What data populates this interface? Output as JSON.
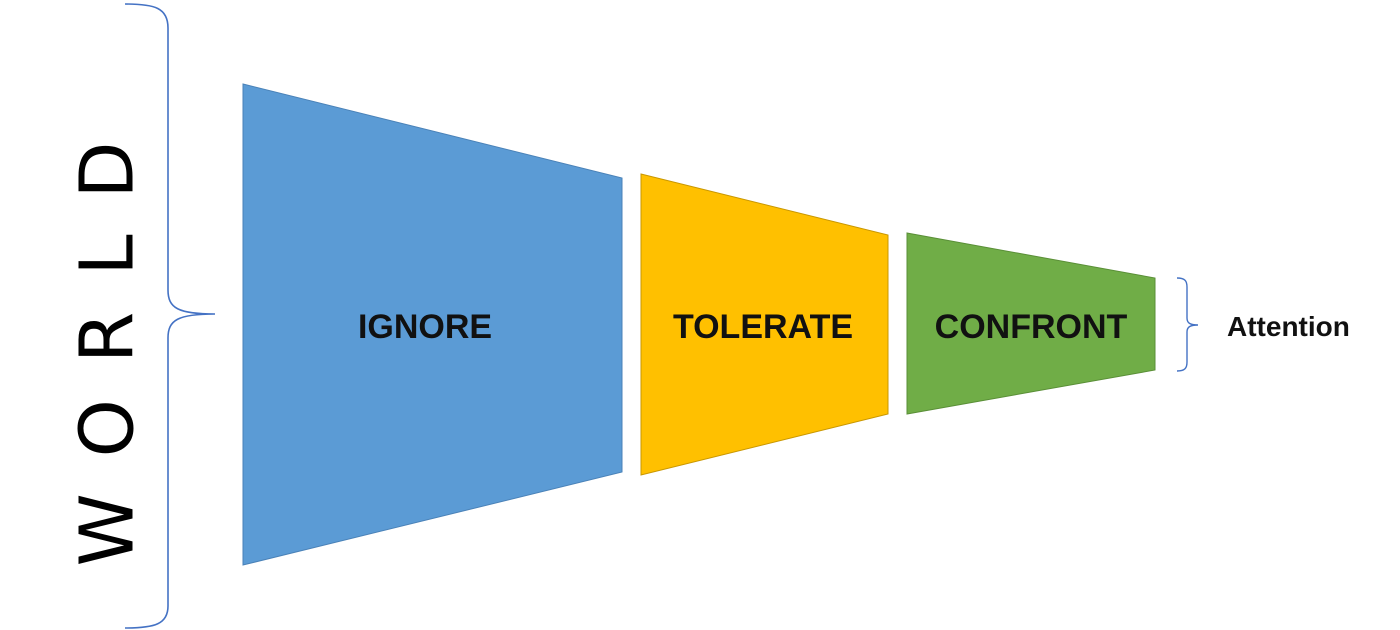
{
  "world": {
    "label": "WORLD"
  },
  "stages": [
    {
      "label": "IGNORE",
      "color": "#5B9BD5",
      "border": "#4A82B8"
    },
    {
      "label": "TOLERATE",
      "color": "#FFC000",
      "border": "#C99700"
    },
    {
      "label": "CONFRONT",
      "color": "#70AD47",
      "border": "#5A8F37"
    }
  ],
  "attention": {
    "label": "Attention"
  },
  "bracket_color": "#4472C4"
}
